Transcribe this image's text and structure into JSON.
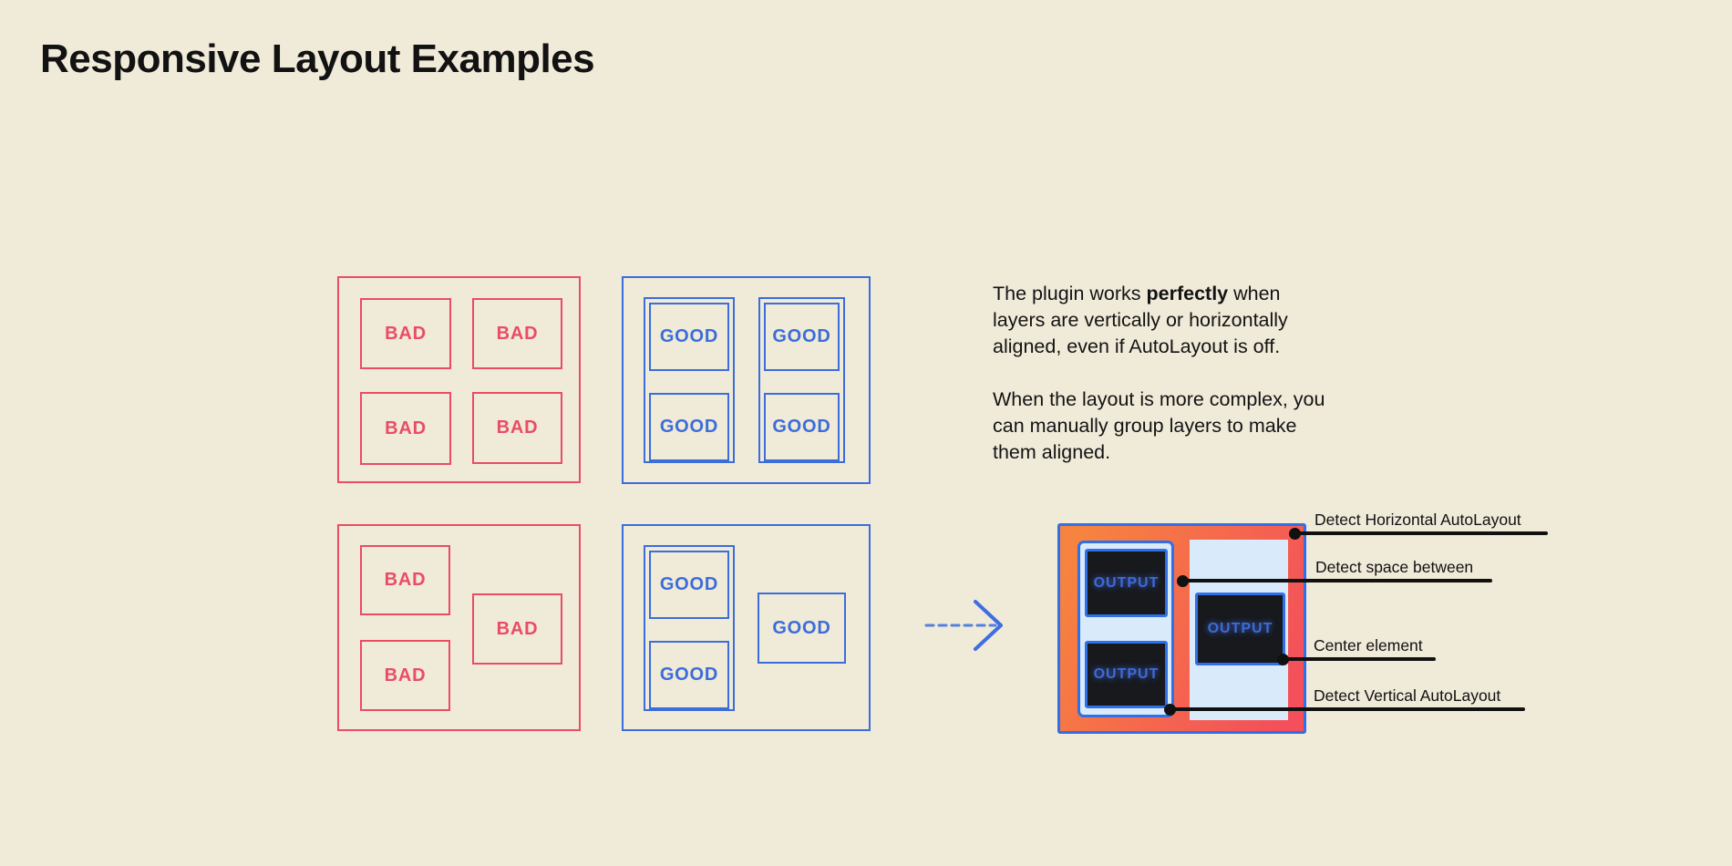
{
  "title": "Responsive Layout Examples",
  "labels": {
    "bad": "BAD",
    "good": "GOOD",
    "output": "OUTPUT"
  },
  "description": {
    "line1_pre": "The plugin works ",
    "line1_bold": "perfectly",
    "line1_post": " when",
    "line2": "layers are vertically or horizontally",
    "line3": "aligned, even if AutoLayout is off.",
    "line4": "When the layout is more complex, you",
    "line5": "can manually group layers to make",
    "line6": "them aligned."
  },
  "annotations": [
    {
      "label": "Detect Horizontal AutoLayout"
    },
    {
      "label": "Detect space between"
    },
    {
      "label": "Center element"
    },
    {
      "label": "Detect Vertical AutoLayout"
    }
  ],
  "colors": {
    "background": "#F0EAD9",
    "bad_red": "#E94D64",
    "good_blue": "#3B6DDB",
    "output_border_blue": "#2F6FE8",
    "gradient_orange": "#F6833F",
    "gradient_red": "#F44F5B",
    "panel_light_blue": "#D9EAFB",
    "dark_box": "#17191D",
    "output_text_blue": "#3E6AD8",
    "annotation_black": "#111111"
  }
}
